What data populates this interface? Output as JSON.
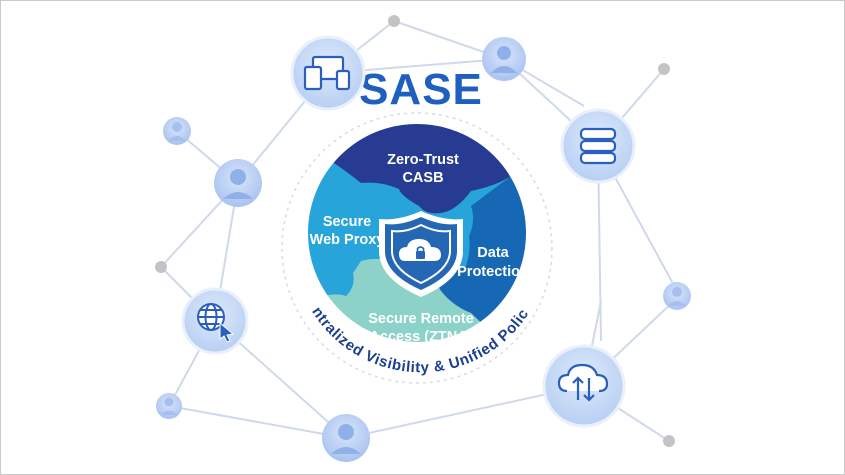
{
  "title": "SASE",
  "segments": {
    "casb": {
      "line1": "Zero-Trust",
      "line2": "CASB"
    },
    "web_proxy": {
      "line1": "Secure",
      "line2": "Web Proxy"
    },
    "data_protection": {
      "line1": "Data",
      "line2": "Protection"
    },
    "remote_access": {
      "line1": "Secure Remote",
      "line2": "Access (ZTNA)"
    }
  },
  "arc_caption": "Centralized Visibility & Unified Policies",
  "colors": {
    "navy": "#263b91",
    "blue": "#1668b4",
    "sky": "#27a4da",
    "mint": "#8dd2c9",
    "title": "#1f5fbf",
    "node": "#c9dcf7",
    "line": "#cfd9ea",
    "dot": "#c3c3c3"
  },
  "icons": [
    "devices-icon",
    "user-icon",
    "database-icon",
    "user-icon",
    "globe-cursor-icon",
    "user-icon",
    "cloud-sync-icon",
    "user-icon",
    "shield-cloud-lock-icon"
  ]
}
